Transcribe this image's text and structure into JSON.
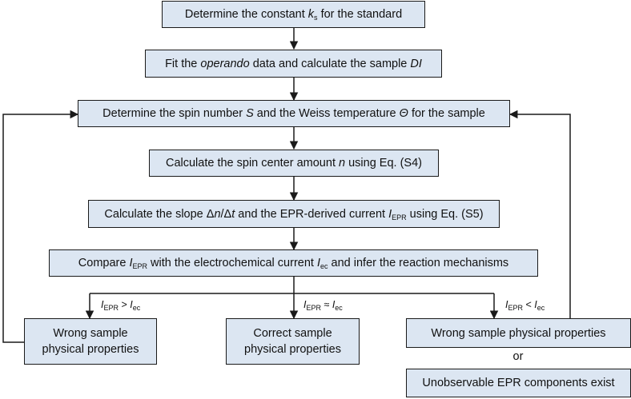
{
  "nodes": {
    "n1": [
      "Determine the constant ",
      {
        "i": "k"
      },
      {
        "sub": "s"
      },
      " for the standard"
    ],
    "n2": [
      "Fit the ",
      {
        "i": "operando"
      },
      " data and calculate the sample ",
      {
        "i": "DI"
      }
    ],
    "n3": [
      "Determine the spin number ",
      {
        "i": "S"
      },
      " and the Weiss temperature ",
      {
        "i": "Θ"
      },
      " for the sample"
    ],
    "n4": [
      "Calculate the spin center amount ",
      {
        "i": "n"
      },
      " using Eq. (S4)"
    ],
    "n5": [
      "Calculate the slope Δ",
      {
        "i": "n"
      },
      "/Δ",
      {
        "i": "t"
      },
      " and the EPR-derived current ",
      {
        "i": "I"
      },
      {
        "sub": "EPR"
      },
      " using Eq. (S5)"
    ],
    "n6": [
      "Compare ",
      {
        "i": "I"
      },
      {
        "sub": "EPR"
      },
      " with the electrochemical current ",
      {
        "i": "I"
      },
      {
        "sub": "ec"
      },
      " and infer the reaction mechanisms"
    ],
    "n7": [
      "Wrong sample",
      "\n",
      "physical properties"
    ],
    "n8": [
      "Correct sample",
      "\n",
      "physical properties"
    ],
    "n9": [
      "Wrong sample physical properties"
    ],
    "n10": [
      "Unobservable EPR components exist"
    ]
  },
  "conditions": {
    "c1": [
      {
        "i": "I"
      },
      {
        "sub": "EPR"
      },
      " > ",
      {
        "i": "I"
      },
      {
        "sub": "ec"
      }
    ],
    "c2": [
      {
        "i": "I"
      },
      {
        "sub": "EPR"
      },
      " ≈ ",
      {
        "i": "I"
      },
      {
        "sub": "ec"
      }
    ],
    "c3": [
      {
        "i": "I"
      },
      {
        "sub": "EPR"
      },
      " < ",
      {
        "i": "I"
      },
      {
        "sub": "ec"
      }
    ]
  },
  "or_label": "or",
  "colors": {
    "box_fill": "#dce6f2",
    "line": "#1a1a1a"
  }
}
